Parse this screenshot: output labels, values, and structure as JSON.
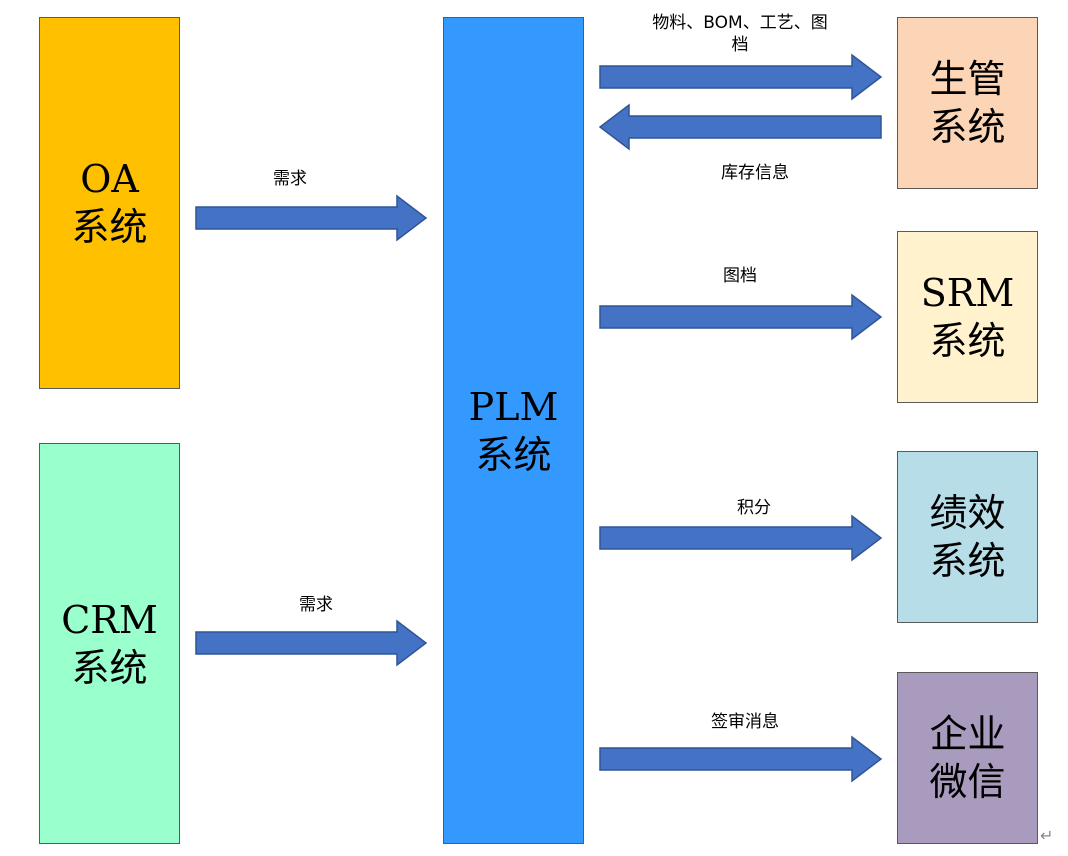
{
  "diagram": {
    "systems": {
      "oa": {
        "line1": "OA",
        "line2": "系统",
        "color": "#FFC000"
      },
      "crm": {
        "line1": "CRM",
        "line2": "系统",
        "color": "#99FFCC"
      },
      "plm": {
        "line1": "PLM",
        "line2": "系统",
        "color": "#3399FF"
      },
      "production": {
        "line1": "生管",
        "line2": "系统",
        "color": "#FBD5B5"
      },
      "srm": {
        "line1": "SRM",
        "line2": "系统",
        "color": "#FFF2CC"
      },
      "performance": {
        "line1": "绩效",
        "line2": "系统",
        "color": "#B7DDE8"
      },
      "wecom": {
        "line1": "企业",
        "line2": "微信",
        "color": "#A99BBD"
      }
    },
    "flows": {
      "oa_to_plm": {
        "from": "OA系统",
        "to": "PLM系统",
        "label": "需求"
      },
      "crm_to_plm": {
        "from": "CRM系统",
        "to": "PLM系统",
        "label": "需求"
      },
      "plm_to_production": {
        "from": "PLM系统",
        "to": "生管系统",
        "label_line1": "物料、BOM、工艺、图",
        "label_line2": "档"
      },
      "production_to_plm": {
        "from": "生管系统",
        "to": "PLM系统",
        "label": "库存信息"
      },
      "plm_to_srm": {
        "from": "PLM系统",
        "to": "SRM系统",
        "label": "图档"
      },
      "plm_to_performance": {
        "from": "PLM系统",
        "to": "绩效系统",
        "label": "积分"
      },
      "plm_to_wecom": {
        "from": "PLM系统",
        "to": "企业微信",
        "label": "签审消息"
      }
    },
    "arrow_color": "#4472C4",
    "arrow_border": "#2F5597",
    "paragraph_mark": "↵"
  }
}
